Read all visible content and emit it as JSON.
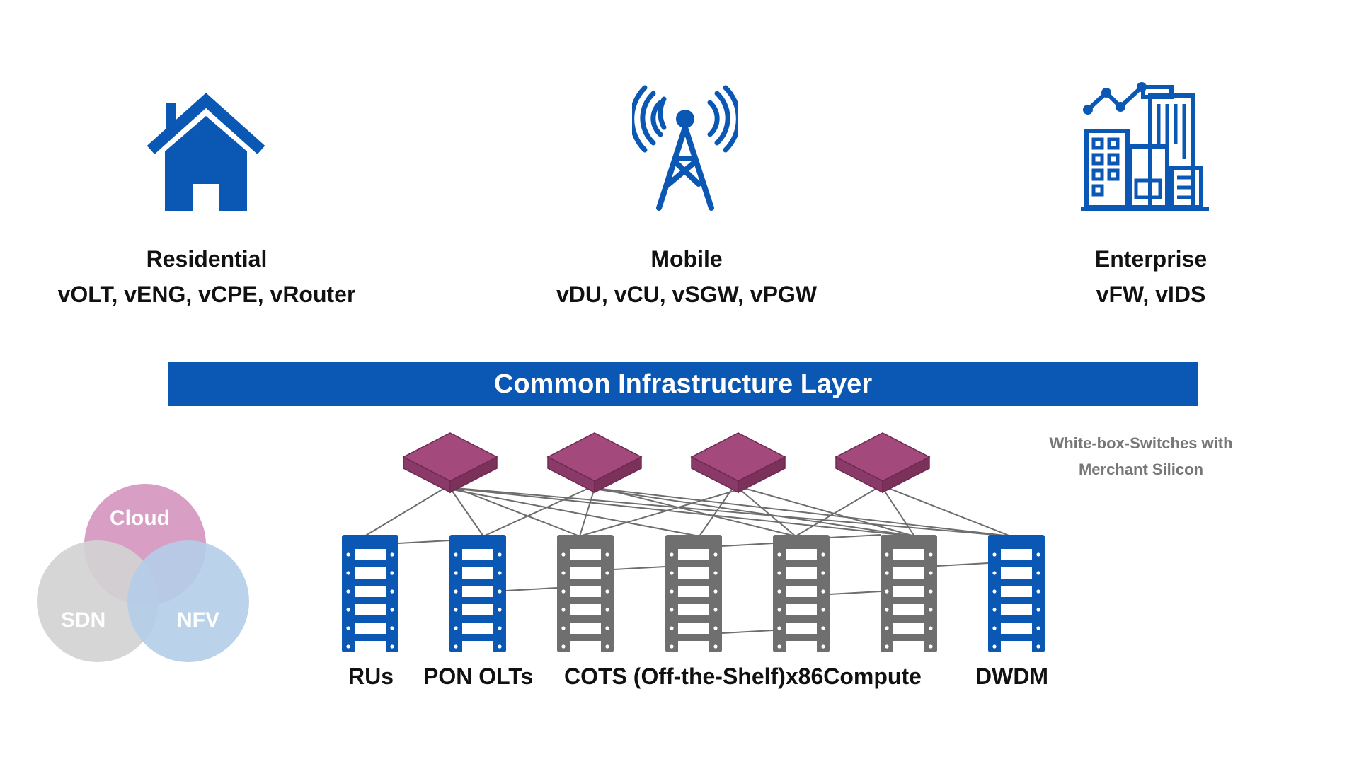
{
  "segments": [
    {
      "id": "residential",
      "icon": "house-icon",
      "title": "Residential",
      "functions": "vOLT, vENG, vCPE, vRouter"
    },
    {
      "id": "mobile",
      "icon": "cell-tower-icon",
      "title": "Mobile",
      "functions": "vDU, vCU, vSGW, vPGW"
    },
    {
      "id": "enterprise",
      "icon": "office-buildings-icon",
      "title": "Enterprise",
      "functions": "vFW, vIDS"
    }
  ],
  "banner": {
    "label": "Common Infrastructure Layer"
  },
  "switches_note": "White-box-Switches with Merchant Silicon",
  "venn": {
    "circles": [
      "Cloud",
      "SDN",
      "NFV"
    ]
  },
  "hardware_labels": [
    "RUs",
    "PON OLTs",
    "COTS (Off-the-Shelf)x86Compute",
    "DWDM"
  ],
  "colors": {
    "primary_blue": "#0a57b4",
    "switch_purple": "#a3497c",
    "server_gray": "#6f6f6f",
    "cloud_pink": "#d89ec4",
    "sdn_gray": "#d2d2d2",
    "nfv_blue": "#b4cde9"
  }
}
